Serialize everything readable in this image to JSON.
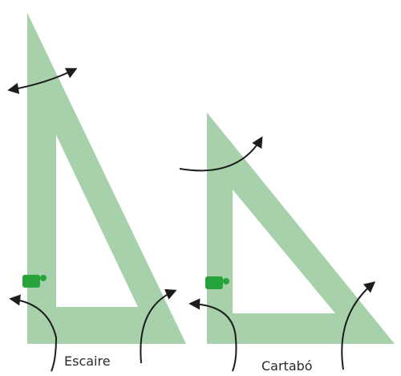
{
  "labels": {
    "escaire": "Escaire",
    "cartabo": "Cartabó"
  },
  "colors": {
    "square_fill": "#a6d1aa",
    "square_hole": "#fbfcfb",
    "arrow_stroke": "#1c1c1c",
    "pivot_marker": "#27a33b"
  },
  "icons": {
    "pivot_marker": "green-pivot-marker",
    "rotation_arrow": "curved-arrow"
  }
}
